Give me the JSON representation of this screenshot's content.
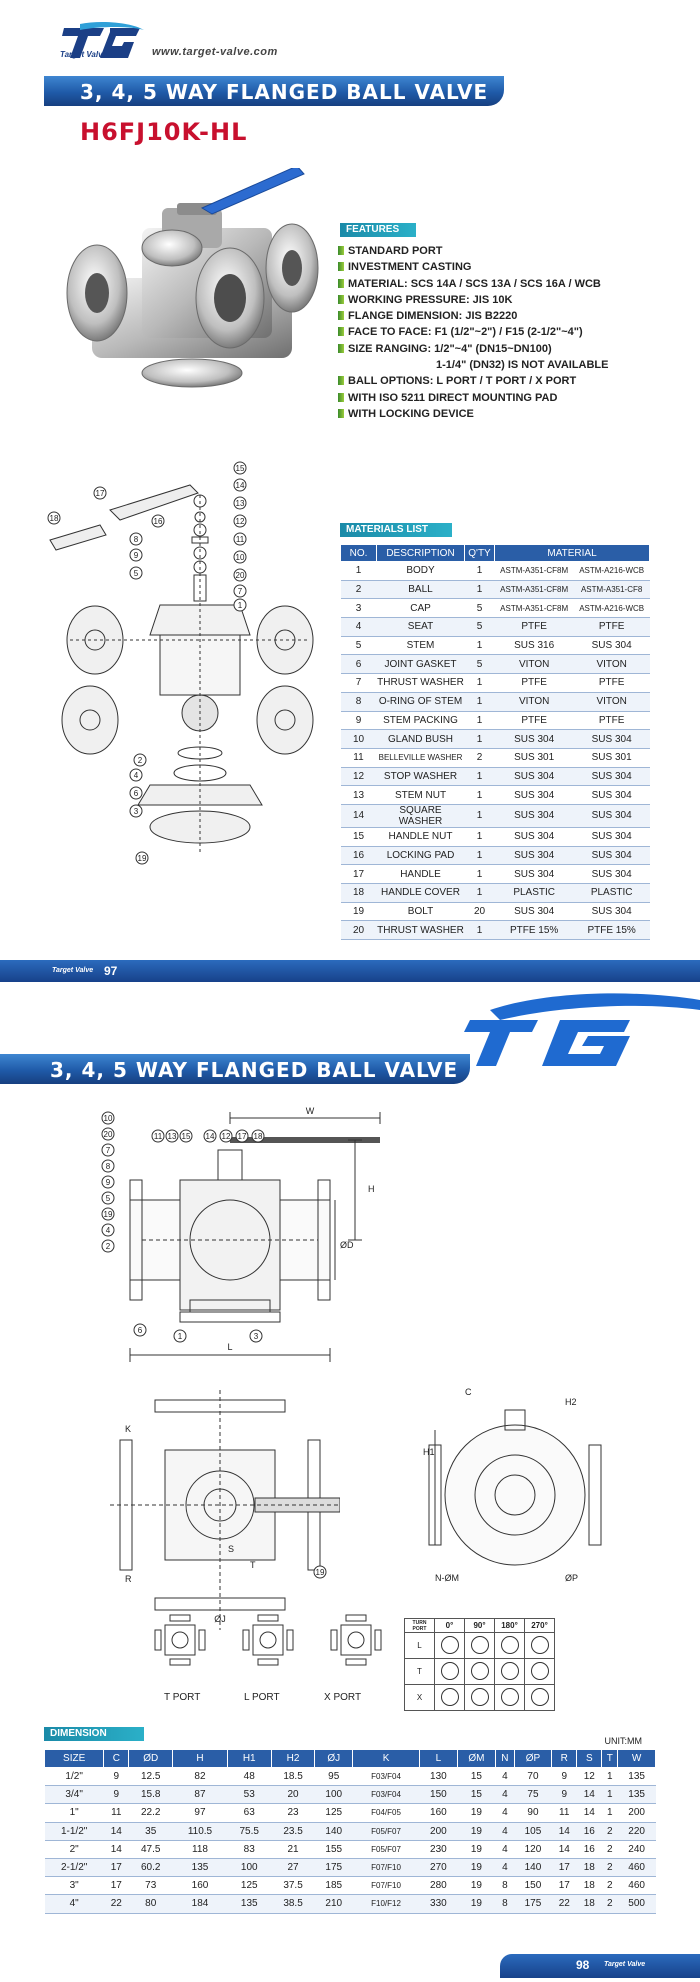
{
  "header": {
    "logo_text": "Target Valve",
    "url": "www.target-valve.com",
    "title": "3, 4, 5 WAY FLANGED BALL VALVE",
    "model": "H6FJ10K-HL"
  },
  "features": {
    "label": "FEATURES",
    "items": [
      "STANDARD PORT",
      "INVESTMENT CASTING",
      "MATERIAL: SCS 14A / SCS 13A / SCS 16A / WCB",
      "WORKING PRESSURE: JIS 10K",
      "FLANGE DIMENSION: JIS B2220",
      "FACE TO FACE: F1 (1/2\"~2\") / F15 (2-1/2\"~4\")",
      "SIZE RANGING: 1/2\"~4\" (DN15~DN100)",
      "1-1/4\" (DN32) IS NOT AVAILABLE",
      "BALL OPTIONS: L PORT / T PORT / X PORT",
      "WITH ISO 5211 DIRECT MOUNTING PAD",
      "WITH LOCKING DEVICE"
    ]
  },
  "materials": {
    "label": "MATERIALS LIST",
    "headers": [
      "NO.",
      "DESCRIPTION",
      "Q'TY",
      "MATERIAL"
    ],
    "rows": [
      [
        "1",
        "BODY",
        "1",
        "ASTM-A351-CF8M",
        "ASTM-A216-WCB"
      ],
      [
        "2",
        "BALL",
        "1",
        "ASTM-A351-CF8M",
        "ASTM-A351-CF8"
      ],
      [
        "3",
        "CAP",
        "5",
        "ASTM-A351-CF8M",
        "ASTM-A216-WCB"
      ],
      [
        "4",
        "SEAT",
        "5",
        "PTFE",
        "PTFE"
      ],
      [
        "5",
        "STEM",
        "1",
        "SUS 316",
        "SUS 304"
      ],
      [
        "6",
        "JOINT GASKET",
        "5",
        "VITON",
        "VITON"
      ],
      [
        "7",
        "THRUST WASHER",
        "1",
        "PTFE",
        "PTFE"
      ],
      [
        "8",
        "O-RING OF STEM",
        "1",
        "VITON",
        "VITON"
      ],
      [
        "9",
        "STEM PACKING",
        "1",
        "PTFE",
        "PTFE"
      ],
      [
        "10",
        "GLAND BUSH",
        "1",
        "SUS 304",
        "SUS 304"
      ],
      [
        "11",
        "BELLEVILLE WASHER",
        "2",
        "SUS 301",
        "SUS 301"
      ],
      [
        "12",
        "STOP WASHER",
        "1",
        "SUS 304",
        "SUS 304"
      ],
      [
        "13",
        "STEM NUT",
        "1",
        "SUS 304",
        "SUS 304"
      ],
      [
        "14",
        "SQUARE WASHER",
        "1",
        "SUS 304",
        "SUS 304"
      ],
      [
        "15",
        "HANDLE NUT",
        "1",
        "SUS 304",
        "SUS 304"
      ],
      [
        "16",
        "LOCKING PAD",
        "1",
        "SUS 304",
        "SUS 304"
      ],
      [
        "17",
        "HANDLE",
        "1",
        "SUS 304",
        "SUS 304"
      ],
      [
        "18",
        "HANDLE COVER",
        "1",
        "PLASTIC",
        "PLASTIC"
      ],
      [
        "19",
        "BOLT",
        "20",
        "SUS 304",
        "SUS 304"
      ],
      [
        "20",
        "THRUST WASHER",
        "1",
        "PTFE 15%",
        "PTFE 15%"
      ]
    ]
  },
  "page_numbers": {
    "left_brand": "Target Valve",
    "p1": "97",
    "p2": "98",
    "right_brand": "Target Valve"
  },
  "p2_logo": "TG",
  "drawing": {
    "top_callouts": [
      "10",
      "20",
      "7",
      "8",
      "9",
      "5",
      "19",
      "4",
      "2"
    ],
    "handle_callouts": [
      "11",
      "13",
      "15",
      "14",
      "12",
      "17",
      "18"
    ],
    "bottom_callouts": [
      "6",
      "1",
      "3"
    ],
    "dims": [
      "W",
      "H",
      "ØD",
      "L",
      "C",
      "H2",
      "H1",
      "K",
      "R",
      "S",
      "T",
      "ØJ",
      "N-ØM",
      "ØP"
    ],
    "side_callout": "19"
  },
  "ports": [
    "T PORT",
    "L PORT",
    "X PORT"
  ],
  "flow_table": {
    "corner_top": "TURN",
    "corner_bottom": "PORT",
    "angles": [
      "0°",
      "90°",
      "180°",
      "270°"
    ],
    "rows": [
      "L",
      "T",
      "X"
    ]
  },
  "dimension": {
    "label": "DIMENSION",
    "unit": "UNIT:MM",
    "headers": [
      "SIZE",
      "C",
      "ØD",
      "H",
      "H1",
      "H2",
      "ØJ",
      "K",
      "L",
      "ØM",
      "N",
      "ØP",
      "R",
      "S",
      "T",
      "W"
    ],
    "rows": [
      [
        "1/2\"",
        "9",
        "12.5",
        "82",
        "48",
        "18.5",
        "95",
        "F03/F04",
        "130",
        "15",
        "4",
        "70",
        "9",
        "12",
        "1",
        "135"
      ],
      [
        "3/4\"",
        "9",
        "15.8",
        "87",
        "53",
        "20",
        "100",
        "F03/F04",
        "150",
        "15",
        "4",
        "75",
        "9",
        "14",
        "1",
        "135"
      ],
      [
        "1\"",
        "11",
        "22.2",
        "97",
        "63",
        "23",
        "125",
        "F04/F05",
        "160",
        "19",
        "4",
        "90",
        "11",
        "14",
        "1",
        "200"
      ],
      [
        "1-1/2\"",
        "14",
        "35",
        "110.5",
        "75.5",
        "23.5",
        "140",
        "F05/F07",
        "200",
        "19",
        "4",
        "105",
        "14",
        "16",
        "2",
        "220"
      ],
      [
        "2\"",
        "14",
        "47.5",
        "118",
        "83",
        "21",
        "155",
        "F05/F07",
        "230",
        "19",
        "4",
        "120",
        "14",
        "16",
        "2",
        "240"
      ],
      [
        "2-1/2\"",
        "17",
        "60.2",
        "135",
        "100",
        "27",
        "175",
        "F07/F10",
        "270",
        "19",
        "4",
        "140",
        "17",
        "18",
        "2",
        "460"
      ],
      [
        "3\"",
        "17",
        "73",
        "160",
        "125",
        "37.5",
        "185",
        "F07/F10",
        "280",
        "19",
        "8",
        "150",
        "17",
        "18",
        "2",
        "460"
      ],
      [
        "4\"",
        "22",
        "80",
        "184",
        "135",
        "38.5",
        "210",
        "F10/F12",
        "330",
        "19",
        "8",
        "175",
        "22",
        "18",
        "2",
        "500"
      ]
    ]
  }
}
